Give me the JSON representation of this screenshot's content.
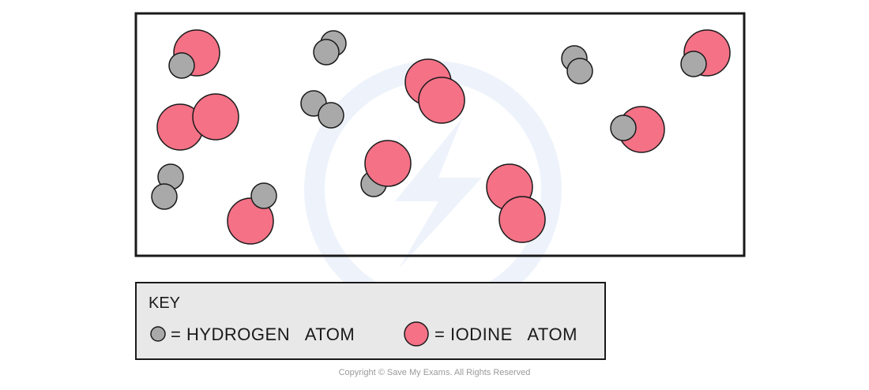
{
  "colors": {
    "hydrogen": "#a9a9a9",
    "iodine": "#f47186",
    "outline": "#1a1a1a",
    "key_background": "#e8e8e8",
    "watermark": "#eef3fb"
  },
  "key": {
    "title": "KEY",
    "hydrogen_label": "= HYDROGEN   ATOM",
    "iodine_label": "= IODINE   ATOM"
  },
  "molecules": [
    {
      "type": "HI"
    },
    {
      "type": "H2"
    },
    {
      "type": "I2"
    },
    {
      "type": "H2"
    },
    {
      "type": "HI"
    },
    {
      "type": "I2"
    },
    {
      "type": "H2"
    },
    {
      "type": "HI"
    },
    {
      "type": "HI"
    },
    {
      "type": "H2"
    },
    {
      "type": "HI"
    },
    {
      "type": "I2"
    }
  ],
  "footer": {
    "copyright": "Copyright © Save My Exams. All Rights Reserved"
  }
}
